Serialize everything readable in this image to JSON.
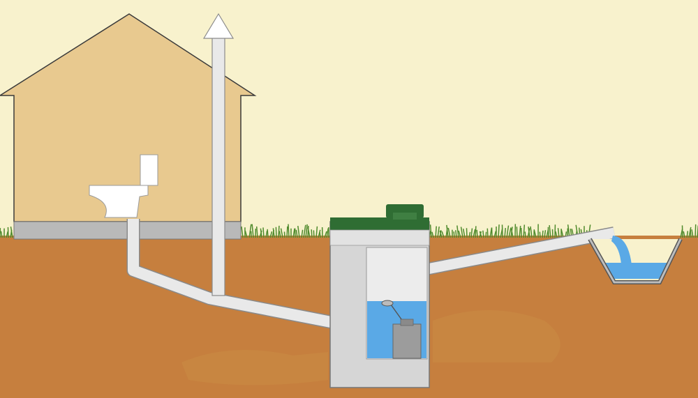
{
  "diagram": {
    "subject": "sewage-pump-system",
    "components": [
      "house",
      "toilet",
      "vent-pipe",
      "drain-pipe",
      "pump-tank",
      "pump",
      "float-switch",
      "discharge-pipe",
      "drainage-ditch"
    ],
    "colors": {
      "sky": "#f8f2cd",
      "soil": "#c67f3e",
      "soil_dark": "#c8813f",
      "grass": "#4f8a2c",
      "house_wall": "#e8c98f",
      "foundation": "#b9b9b9",
      "pipe": "#e9e9e9",
      "pipe_outline": "#8a8a8a",
      "tank": "#d6d6d6",
      "tank_lid": "#2f6d33",
      "water": "#5aa9e6",
      "pump": "#9c9c9c"
    }
  }
}
